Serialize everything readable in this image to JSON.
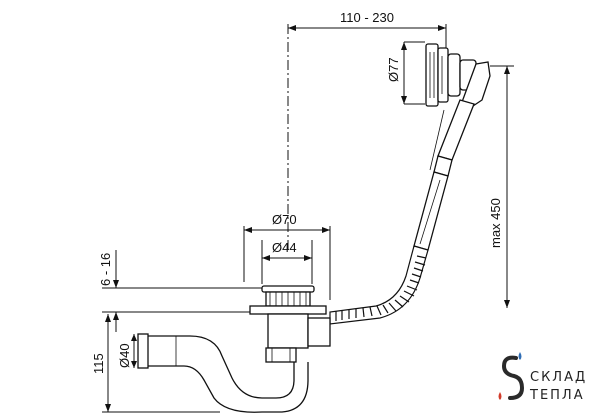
{
  "dimensions": {
    "horizontal_offset": "110 - 230",
    "flange_diameter": "Ø77",
    "max_height": "max 450",
    "outer_diameter": "Ø70",
    "inner_diameter": "Ø44",
    "rim_thickness": "6 - 16",
    "pipe_diameter": "Ø40",
    "trap_height": "115"
  },
  "logo": {
    "line1": "СКЛАД",
    "line2": "ТЕПЛА"
  },
  "colors": {
    "line": "#111111",
    "logo_drop_blue": "#2f6db5",
    "logo_drop_red": "#d23b2a",
    "logo_letter": "#2a2a2a"
  }
}
